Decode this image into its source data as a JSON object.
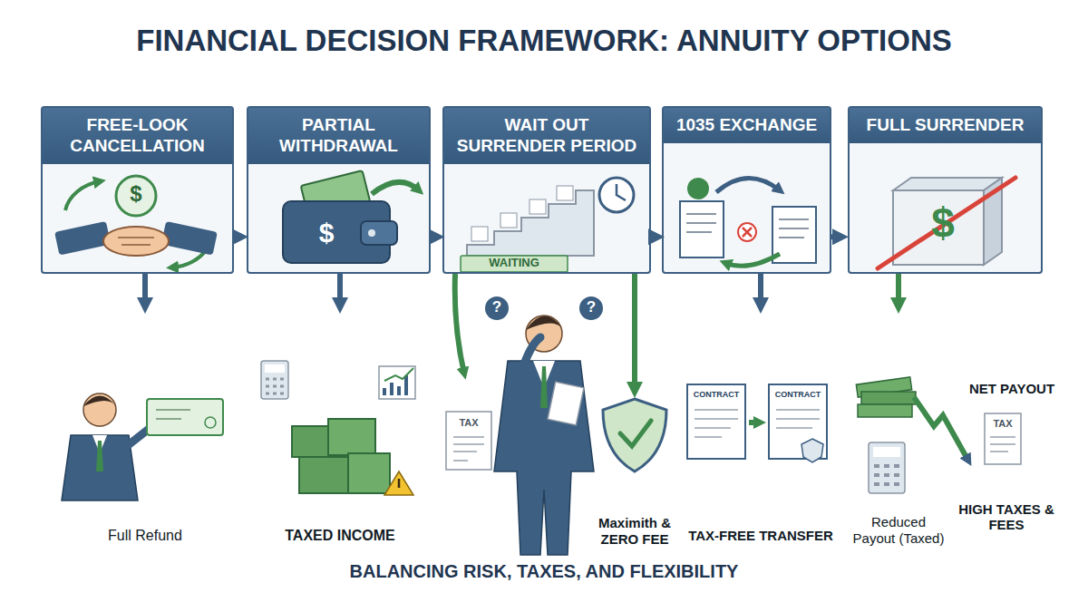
{
  "diagram": {
    "title": "FINANCIAL DECISION FRAMEWORK: ANNUITY OPTIONS",
    "caption": "BALANCING RISK, TAXES, AND FLEXIBILITY",
    "nodes": [
      {
        "text": [
          "FREE-LOOK CANCELLATION"
        ]
      },
      {
        "text": [
          "PARTIAL WITHDRAWAL"
        ]
      },
      {
        "text": [
          "WAIT OUT SURRENDER PERIOD"
        ]
      },
      {
        "text": [
          "1035 EXCHANGE"
        ]
      },
      {
        "text": [
          "FULL SURRENDER"
        ]
      },
      {
        "text": [
          "Full Refund"
        ]
      },
      {
        "text": [
          "TAXED INCOME"
        ]
      },
      {
        "text": [
          "Maximith & ZERO FEE"
        ]
      },
      {
        "text": [
          "TAX-FREE TRANSFER"
        ]
      },
      {
        "text": [
          "Reduced Payout (Taxed)"
        ]
      }
    ],
    "edges": [
      {
        "from": 0,
        "to": 1,
        "arrow": "to"
      },
      {
        "from": 1,
        "to": 2,
        "arrow": "to"
      },
      {
        "from": 2,
        "to": 3,
        "arrow": "to"
      },
      {
        "from": 3,
        "to": 4,
        "arrow": "to"
      },
      {
        "from": 0,
        "to": 5,
        "arrow": "to"
      },
      {
        "from": 1,
        "to": 6,
        "arrow": "to"
      },
      {
        "from": 2,
        "to": 7,
        "arrow": "to"
      },
      {
        "from": 3,
        "to": 8,
        "arrow": "to"
      },
      {
        "from": 4,
        "to": 9,
        "arrow": "to"
      }
    ],
    "labels": [
      "WAITING",
      "?",
      "?",
      "TAX",
      "TAX",
      "CONTRACT",
      "CONTRACT",
      "NET PAYOUT",
      "HIGH TAXES & FEES",
      "$",
      "$",
      "$"
    ]
  }
}
